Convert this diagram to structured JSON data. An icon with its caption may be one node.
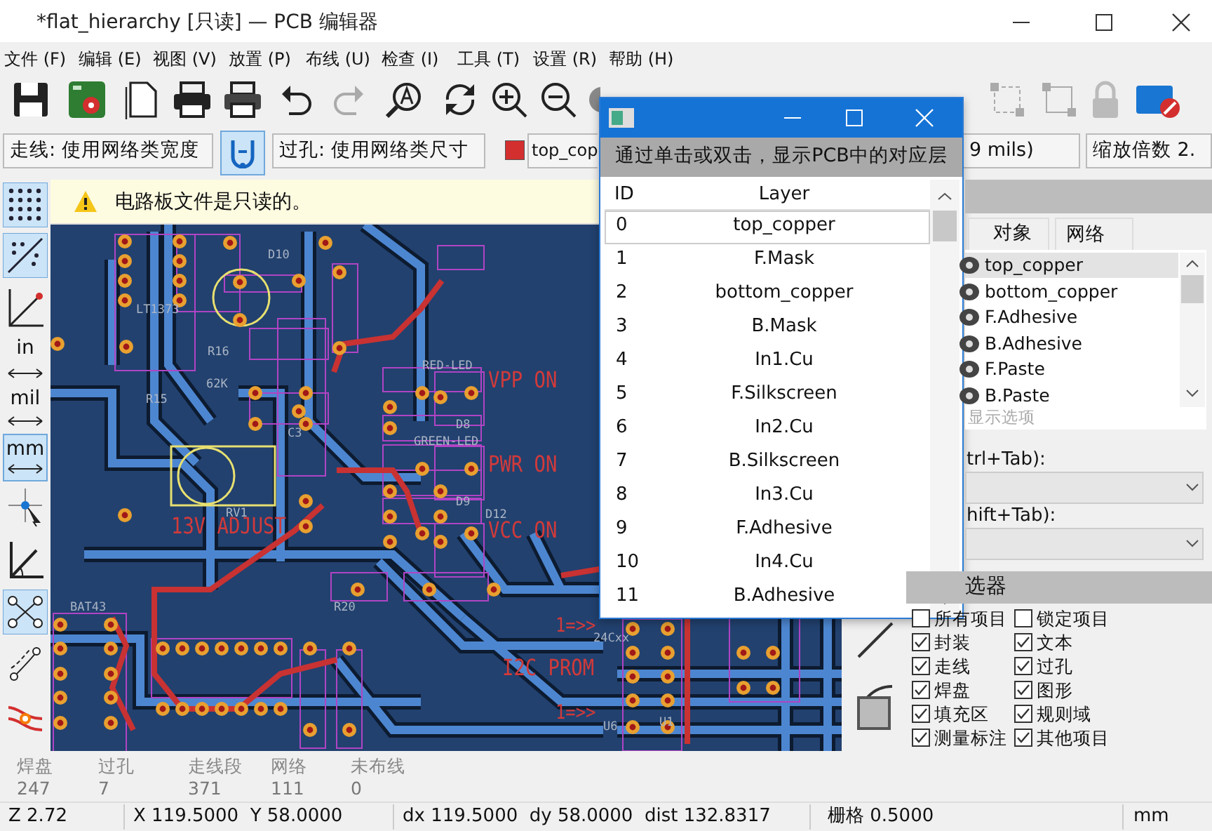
{
  "diagram": {
    "title": "*flat_hierarchy [只读] — PCB 编辑器",
    "labels": [
      "文件 (F)",
      "编辑 (E)",
      "视图 (V)",
      "放置 (P)",
      "布线 (U)",
      "检查 (I)",
      "工具 (T)",
      "设置 (R)",
      "帮助 (H)",
      "走线: 使用网络类宽度",
      "过孔: 使用网络类尺寸",
      "top_cop",
      "9 mils)",
      "缩放倍数 2.",
      "电路板文件是只读的。",
      "in",
      "mil",
      "mm",
      "VPP ON",
      "PWR ON",
      "13V ADJUST",
      "VCC ON",
      "1=>>",
      "I2C PROM",
      "1=>>",
      "LT1373",
      "D10",
      "R16",
      "R15",
      "62K",
      "RED-LED",
      "D8",
      "GREEN-LED",
      "D9",
      "D12",
      "C3",
      "RV1",
      "R20",
      "24Cxx",
      "U1",
      "U6",
      "BAT43",
      "通过单击或双击，显示PCB中的对应层",
      "ID",
      "Layer",
      "0",
      "top_copper",
      "1",
      "F.Mask",
      "2",
      "bottom_copper",
      "3",
      "B.Mask",
      "4",
      "In1.Cu",
      "5",
      "F.Silkscreen",
      "6",
      "In2.Cu",
      "7",
      "B.Silkscreen",
      "8",
      "In3.Cu",
      "9",
      "F.Adhesive",
      "10",
      "In4.Cu",
      "11",
      "B.Adhesive",
      "对象",
      "网络",
      "top_copper",
      "bottom_copper",
      "F.Adhesive",
      "B.Adhesive",
      "F.Paste",
      "B.Paste",
      "显示选项",
      "trl+Tab):",
      "hift+Tab):",
      "选器",
      "所有项目",
      "锁定项目",
      "封装",
      "文本",
      "走线",
      "过孔",
      "焊盘",
      "图形",
      "填充区",
      "规则域",
      "测量标注",
      "其他项目",
      "焊盘",
      "过孔",
      "走线段",
      "网络",
      "未布线",
      "247",
      "7",
      "371",
      "111",
      "0",
      "Z 2.72",
      "X 119.5000  Y 58.0000",
      "dx 119.5000  dy 58.0000  dist 132.8317",
      "栅格 0.5000",
      "mm"
    ]
  }
}
